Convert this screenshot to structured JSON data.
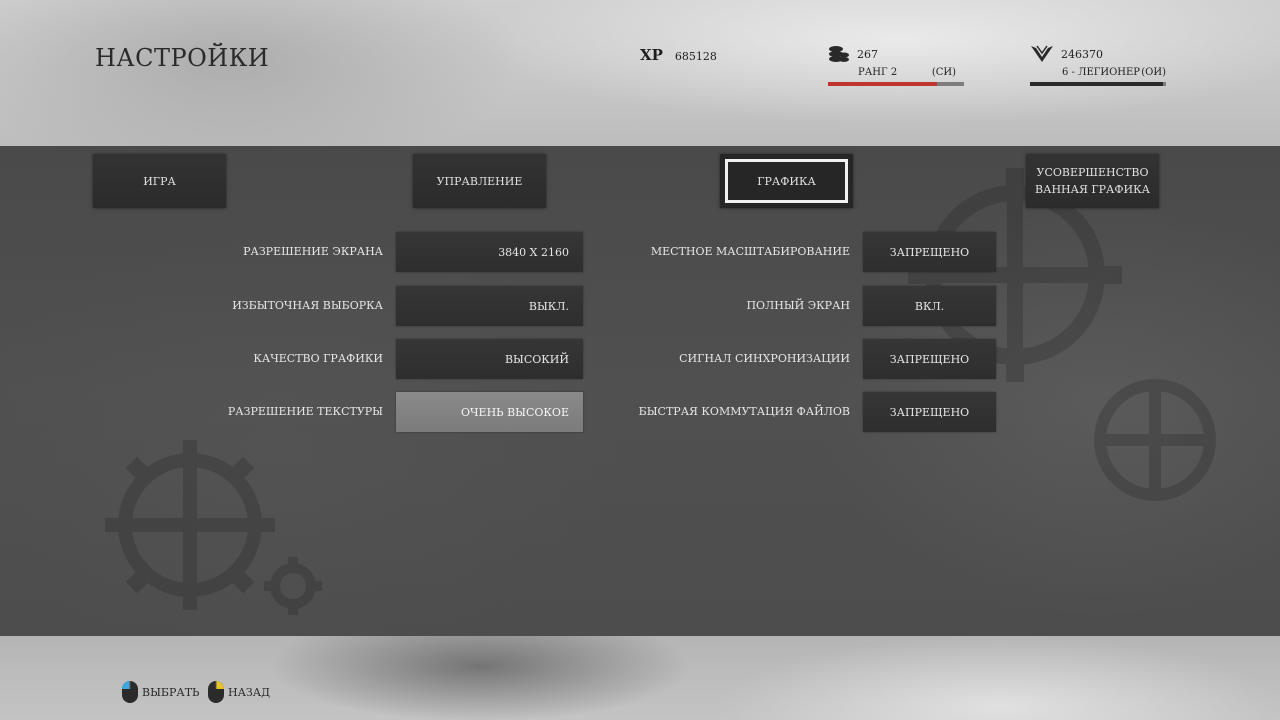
{
  "header": {
    "title": "НАСТРОЙКИ",
    "xp_label": "XP",
    "xp_value": "685128",
    "coins_value": "267",
    "rank_label": "РАНГ 2",
    "rank_suffix": "(СИ)",
    "rank_progress": 0.8,
    "faction_value": "246370",
    "faction_rank_label": "6 - ЛЕГИОНЕР",
    "faction_rank_suffix": "(ОИ)",
    "faction_progress": 0.98
  },
  "tabs": [
    {
      "label": "ИГРА"
    },
    {
      "label": "УПРАВЛЕНИЕ"
    },
    {
      "label": "ГРАФИКА"
    },
    {
      "label": "УСОВЕРШЕНСТВО ВАННАЯ ГРАФИКА"
    }
  ],
  "active_tab": "ГРАФИКА",
  "settings_left": [
    {
      "label": "РАЗРЕШЕНИЕ ЭКРАНА",
      "value": "3840 X 2160"
    },
    {
      "label": "ИЗБЫТОЧНАЯ ВЫБОРКА",
      "value": "ВЫКЛ."
    },
    {
      "label": "КАЧЕСТВО ГРАФИКИ",
      "value": "ВЫСОКИЙ"
    },
    {
      "label": "РАЗРЕШЕНИЕ ТЕКСТУРЫ",
      "value": "ОЧЕНЬ ВЫСОКОЕ"
    }
  ],
  "settings_right": [
    {
      "label": "МЕСТНОЕ МАСШТАБИРОВАНИЕ",
      "value": "ЗАПРЕЩЕНО"
    },
    {
      "label": "ПОЛНЫЙ ЭКРАН",
      "value": "ВКЛ."
    },
    {
      "label": "СИГНАЛ СИНХРОНИЗАЦИИ",
      "value": "ЗАПРЕЩЕНО"
    },
    {
      "label": "БЫСТРАЯ КОММУТАЦИЯ ФАЙЛОВ",
      "value": "ЗАПРЕЩЕНО"
    }
  ],
  "footer": {
    "select_label": "ВЫБРАТЬ",
    "back_label": "НАЗАД"
  },
  "colors": {
    "rank_bar": "#c0342f",
    "faction_bar": "#2a2a2a",
    "mouse_left_button": "#3fa7e0",
    "mouse_right_button": "#e8c22a"
  }
}
